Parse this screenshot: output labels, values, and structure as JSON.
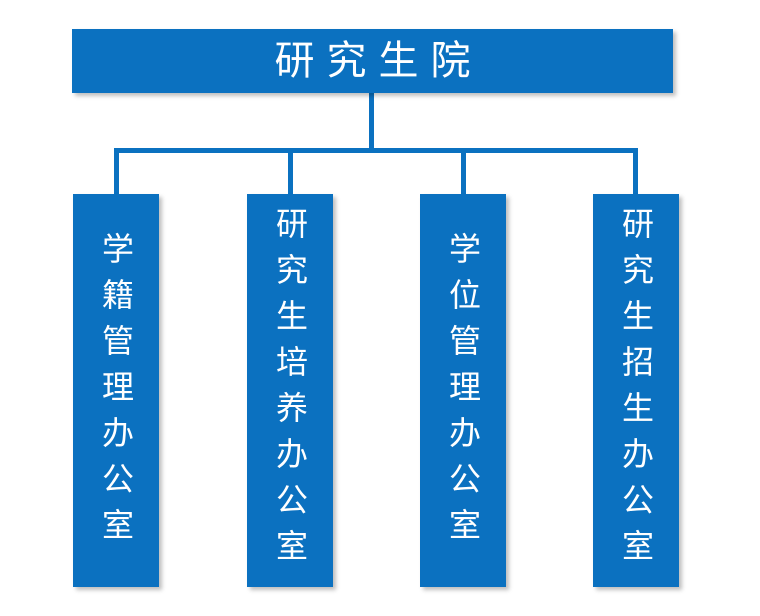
{
  "diagram": {
    "root": {
      "label": "研究生院"
    },
    "children": [
      {
        "label": "学籍管理办公室"
      },
      {
        "label": "研究生培养办公室"
      },
      {
        "label": "学位管理办公室"
      },
      {
        "label": "研究生招生办公室"
      }
    ],
    "colors": {
      "box_fill": "#0b71c0",
      "connector": "#0b71c0",
      "text": "#ffffff",
      "background": "#ffffff"
    }
  }
}
